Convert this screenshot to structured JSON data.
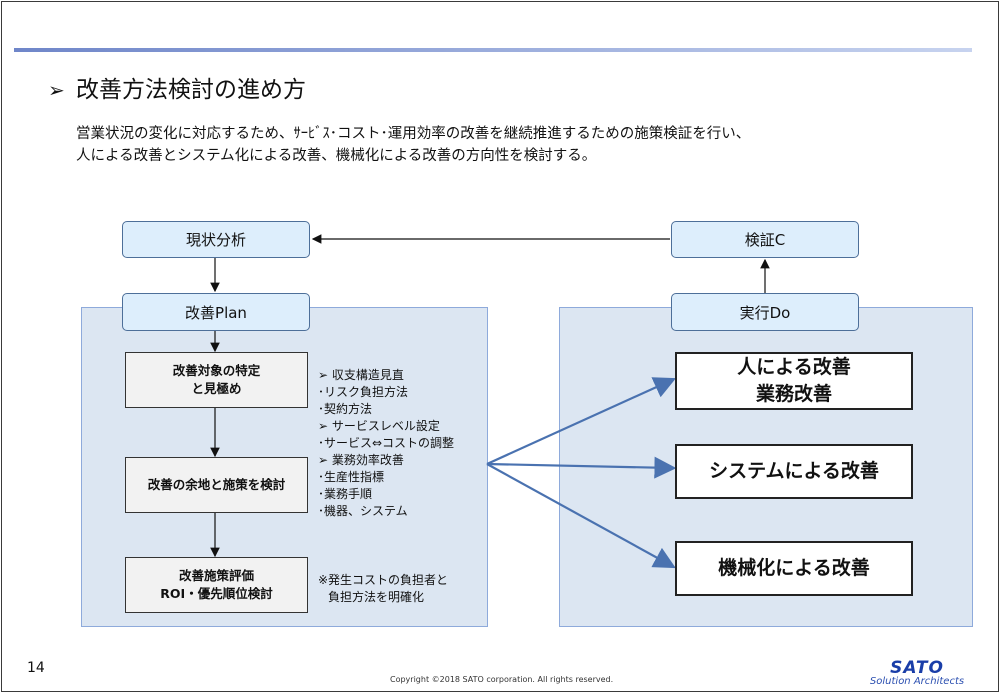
{
  "title": "改善方法検討の進め方",
  "intro": [
    "営業状況の変化に対応するため、ｻｰﾋﾞｽ･コスト･運用効率の改善を継続推進するための施策検証を行い、",
    "人による改善とシステム化による改善、機械化による改善の方向性を検討する。"
  ],
  "stages": {
    "current_analysis": "現状分析",
    "verification": "検証C",
    "plan": "改善Plan",
    "do": "実行Do"
  },
  "steps": {
    "identify": [
      "改善対象の特定",
      "と見極め"
    ],
    "consider": "改善の余地と施策を検討",
    "evaluate": [
      "改善施策評価",
      "ROI・優先順位検討"
    ]
  },
  "notes": [
    "➢  収支構造見直",
    "･リスク負担方法",
    "･契約方法",
    "➢  サービスレベル設定",
    "･サービス⇔コストの調整",
    "➢  業務効率改善",
    "･生産性指標",
    "･業務手順",
    "･機器、システム"
  ],
  "remark": [
    "※発生コストの負担者と",
    "負担方法を明確化"
  ],
  "results": {
    "human": [
      "人による改善",
      "業務改善"
    ],
    "system": "システムによる改善",
    "machine": "機械化による改善"
  },
  "footer": {
    "page_number": "14",
    "copyright": "Copyright ©2018 SATO corporation.  All rights reserved.",
    "logo_brand": "SATO",
    "logo_sub": "Solution Architects"
  },
  "colors": {
    "panel_fill": "#dce6f2",
    "stage_fill": "#ddeefc",
    "arrow_blue": "#4a72b0",
    "logo_blue": "#1a3ea8"
  }
}
